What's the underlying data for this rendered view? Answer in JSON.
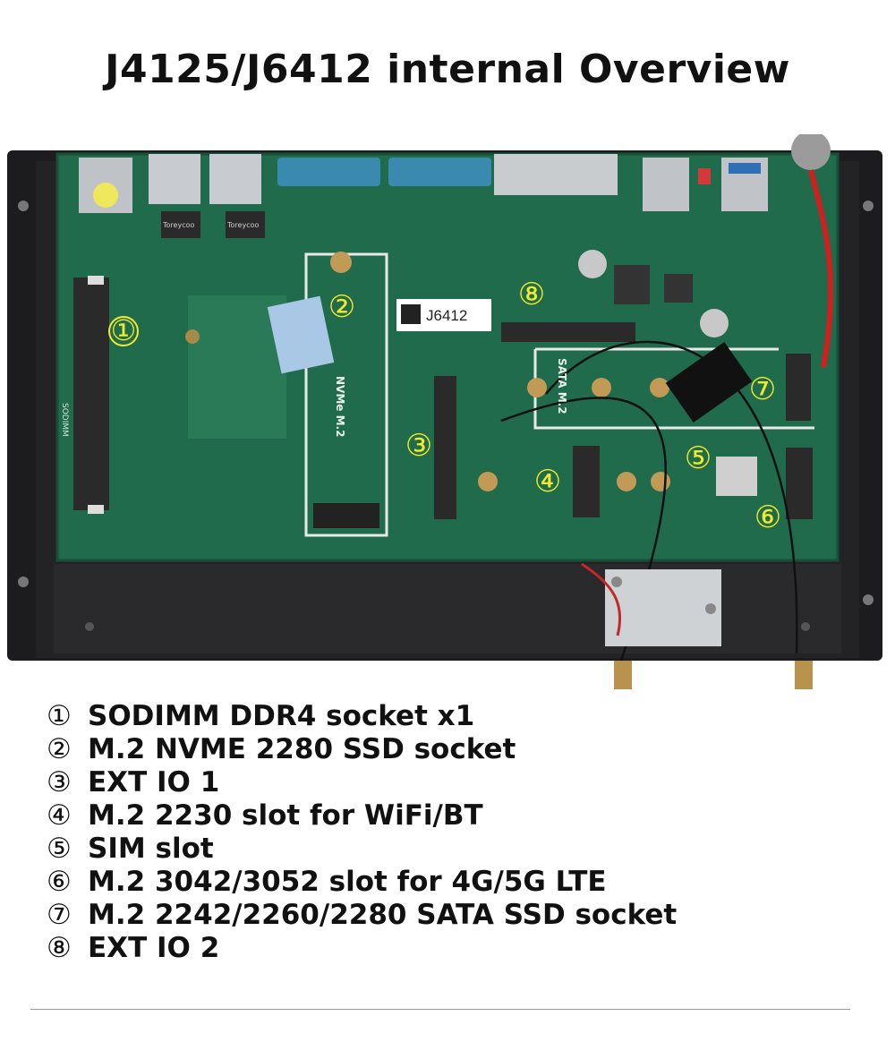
{
  "title": "J4125/J6412 internal Overview",
  "board_label": "J6412",
  "callouts": [
    "①",
    "②",
    "③",
    "④",
    "⑤",
    "⑥",
    "⑦",
    "⑧"
  ],
  "silkscreen": {
    "ram_slot": "SODIMM",
    "nvme": "NVMe M.2",
    "sata": "SATA M.2",
    "chip": "Toreycoo"
  },
  "features": [
    {
      "num": "①",
      "text": "SODIMM DDR4 socket x1"
    },
    {
      "num": "②",
      "text": "M.2 NVME 2280 SSD socket"
    },
    {
      "num": "③",
      "text": "EXT IO 1"
    },
    {
      "num": "④",
      "text": "M.2 2230 slot for WiFi/BT"
    },
    {
      "num": "⑤",
      "text": "SIM slot"
    },
    {
      "num": "⑥",
      "text": "M.2 3042/3052 slot for 4G/5G LTE"
    },
    {
      "num": "⑦",
      "text": "M.2 2242/2260/2280 SATA SSD socket"
    },
    {
      "num": "⑧",
      "text": "EXT IO 2"
    }
  ],
  "colors": {
    "pcb": "#1f6b4b",
    "case": "#1c1c1e",
    "callout": "#f2ea2a",
    "port_blue": "#3a8ab0"
  }
}
